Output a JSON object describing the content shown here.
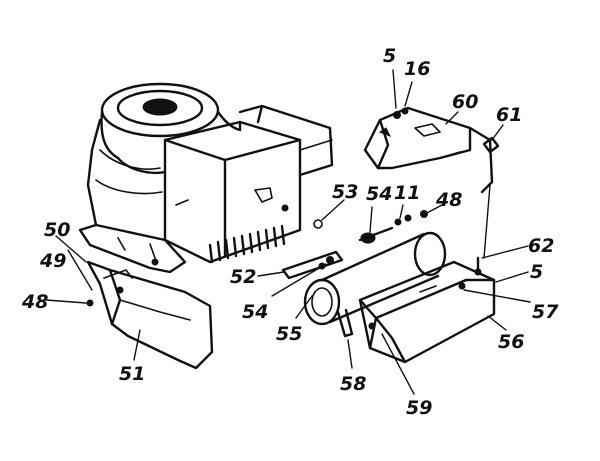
{
  "callouts": {
    "c5a": "5",
    "c16": "16",
    "c60": "60",
    "c61": "61",
    "c53": "53",
    "c54a": "54",
    "c11": "11",
    "c48a": "48",
    "c50": "50",
    "c49": "49",
    "c48b": "48",
    "c51": "51",
    "c52": "52",
    "c54b": "54",
    "c55": "55",
    "c62": "62",
    "c5b": "5",
    "c57": "57",
    "c56": "56",
    "c58": "58",
    "c59": "59"
  }
}
